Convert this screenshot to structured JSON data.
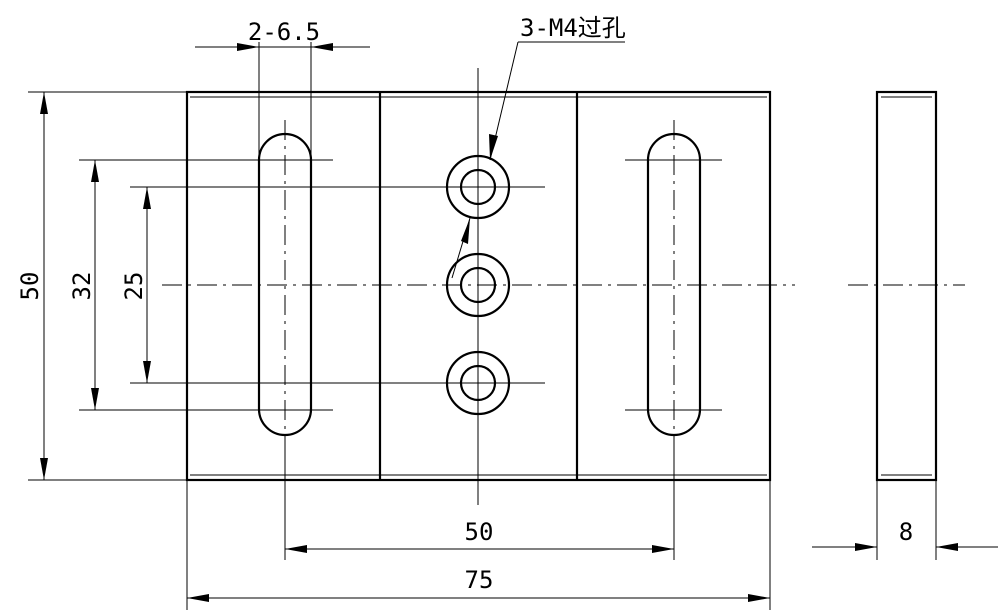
{
  "dimensions": {
    "slot_spec": "2-6.5",
    "hole_spec": "3-M4过孔",
    "height_total": "50",
    "slot_span": "32",
    "hole_pitch": "25",
    "slot_center_distance": "50",
    "width_total": "75",
    "thickness": "8"
  }
}
